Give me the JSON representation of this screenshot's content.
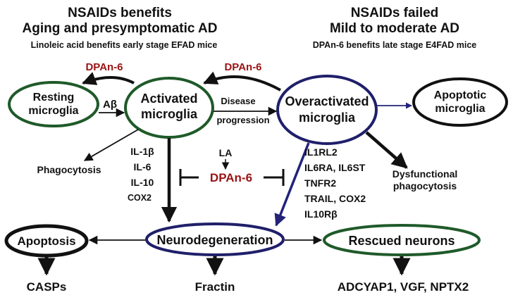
{
  "header": {
    "left_title": "NSAIDs benefits",
    "left_subtitle": "Aging and presymptomatic AD",
    "left_note": "Linoleic acid benefits early stage EFAD mice",
    "right_title": "NSAIDs failed",
    "right_subtitle": "Mild to moderate AD",
    "right_note": "DPAn-6 benefits late stage E4FAD mice"
  },
  "nodes": {
    "resting": [
      "Resting",
      "microglia"
    ],
    "activated": [
      "Activated",
      "microglia"
    ],
    "overactivated": [
      "Overactivated",
      "microglia"
    ],
    "apoptotic": [
      "Apoptotic",
      "microglia"
    ],
    "apoptosis": "Apoptosis",
    "neurodegeneration": "Neurodegeneration",
    "rescued": "Rescued neurons"
  },
  "labels": {
    "dpan6_left": "DPAn-6",
    "dpan6_right": "DPAn-6",
    "dpan6_center": "DPAn-6",
    "abeta": "Aβ",
    "disease": "Disease",
    "progression": "progression",
    "phagocytosis": "Phagocytosis",
    "dysfunctional": "Dysfunctional",
    "dysfunctional_2": "phagocytosis",
    "la": "LA",
    "caspases": "CASPs",
    "fractin": "Fractin",
    "rescued_markers": "ADCYAP1, VGF, NPTX2"
  },
  "cytokines_left": [
    "IL-1β",
    "IL-6",
    "IL-10",
    "COX2"
  ],
  "cytokines_right": [
    "IL1RL2",
    "IL6RA, IL6ST",
    "TNFR2",
    "TRAIL, COX2",
    "IL10Rβ"
  ],
  "colors": {
    "green_outline": "#1f5a2a",
    "navy_outline": "#1f1f6a",
    "dpan_red": "#9a1313",
    "navy_arrow": "#23237a",
    "text": "#111111"
  }
}
